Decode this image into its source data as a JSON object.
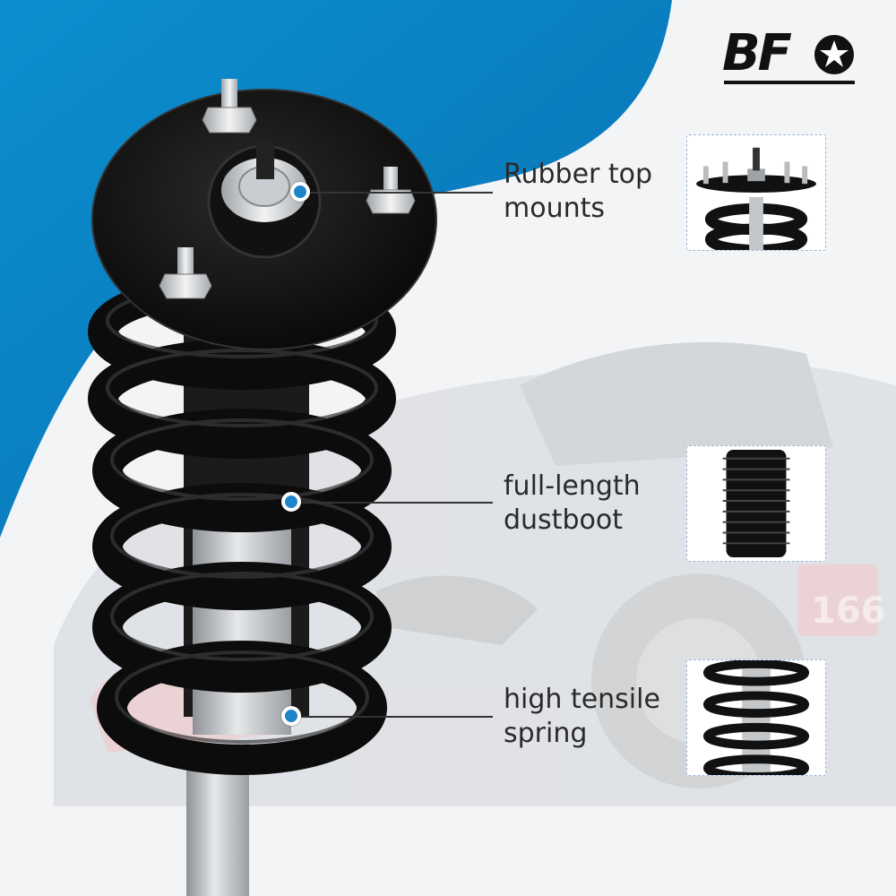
{
  "brand": {
    "logo_text": "BF",
    "logo_icon": "star-wheel-icon"
  },
  "background": {
    "accent_color": "#0a86c8",
    "car_number": "166"
  },
  "features": [
    {
      "label_line1": "Rubber top",
      "label_line2": "mounts",
      "thumb": "top-mount-thumbnail"
    },
    {
      "label_line1": "full-length",
      "label_line2": "dustboot",
      "thumb": "dustboot-thumbnail"
    },
    {
      "label_line1": "high tensile",
      "label_line2": "spring",
      "thumb": "spring-thumbnail"
    }
  ],
  "colors": {
    "dot": "#1e86c8",
    "spring": "#111111",
    "shaft": "#b8bcc0",
    "text": "#2a2a2a"
  }
}
